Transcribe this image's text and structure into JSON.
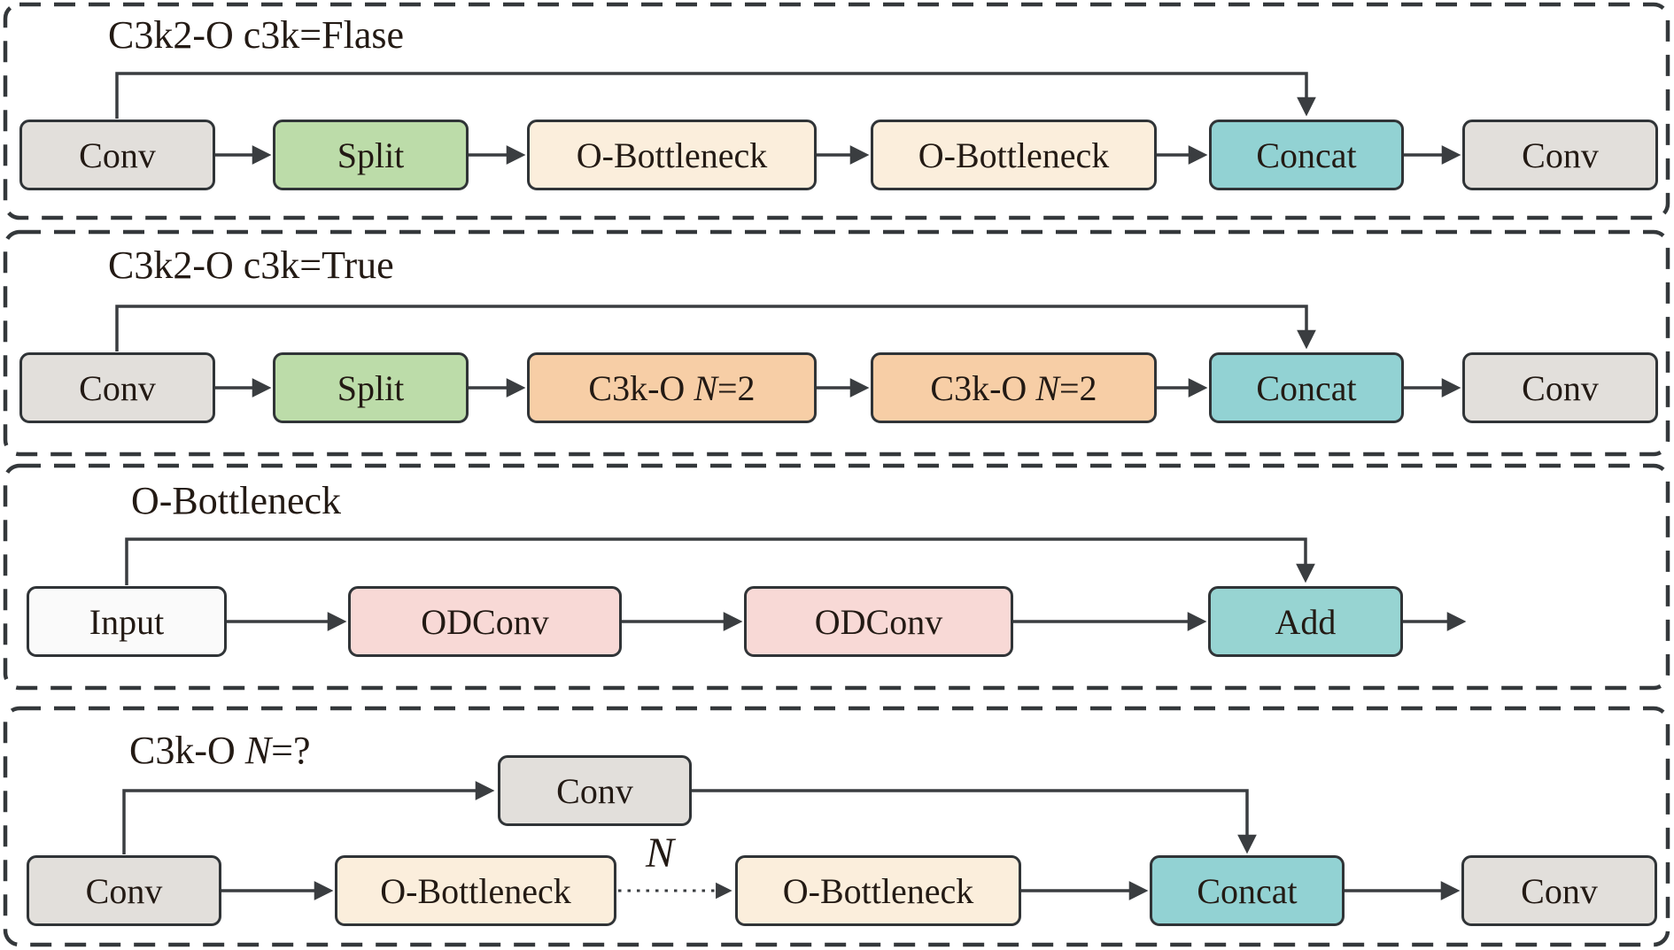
{
  "figure": {
    "description_title_count": 4,
    "palette": {
      "conv_fill": "#E2DFDB",
      "split_fill": "#BCDCA9",
      "o_bottleneck_fill": "#FBEEDC",
      "c3k_fill": "#F7CEA6",
      "concat_fill": "#92D2D3",
      "add_fill": "#97D4D2",
      "odconv_fill": "#F8D9D6",
      "input_fill": "#FAFAFA",
      "line_color": "#3A3D40",
      "text_color": "#231A14",
      "background": "#FFFFFF"
    }
  },
  "panels": [
    {
      "title": {
        "pre": "C3k2-O c3k=Flase"
      },
      "boxes": [
        {
          "label": {
            "pre": "Conv"
          }
        },
        {
          "label": {
            "pre": "Split"
          }
        },
        {
          "label": {
            "pre": "O-Bottleneck"
          }
        },
        {
          "label": {
            "pre": "O-Bottleneck"
          }
        },
        {
          "label": {
            "pre": "Concat"
          }
        },
        {
          "label": {
            "pre": "Conv"
          }
        }
      ]
    },
    {
      "title": {
        "pre": "C3k2-O c3k=True"
      },
      "boxes": [
        {
          "label": {
            "pre": "Conv"
          }
        },
        {
          "label": {
            "pre": "Split"
          }
        },
        {
          "label": {
            "pre": "C3k-O ",
            "it": "N",
            "post": "=2"
          }
        },
        {
          "label": {
            "pre": "C3k-O ",
            "it": "N",
            "post": "=2"
          }
        },
        {
          "label": {
            "pre": "Concat"
          }
        },
        {
          "label": {
            "pre": "Conv"
          }
        }
      ]
    },
    {
      "title": {
        "pre": "O-Bottleneck"
      },
      "boxes": [
        {
          "label": {
            "pre": "Input"
          }
        },
        {
          "label": {
            "pre": "ODConv"
          }
        },
        {
          "label": {
            "pre": "ODConv"
          }
        },
        {
          "label": {
            "pre": "Add"
          }
        }
      ]
    },
    {
      "title": {
        "pre": "C3k-O ",
        "it": "N",
        "post": "=?"
      },
      "repeat_label": "N",
      "boxes": [
        {
          "label": {
            "pre": "Conv"
          }
        },
        {
          "label": {
            "pre": "Conv"
          }
        },
        {
          "label": {
            "pre": "O-Bottleneck"
          }
        },
        {
          "label": {
            "pre": "O-Bottleneck"
          }
        },
        {
          "label": {
            "pre": "Concat"
          }
        },
        {
          "label": {
            "pre": "Conv"
          }
        }
      ]
    }
  ]
}
